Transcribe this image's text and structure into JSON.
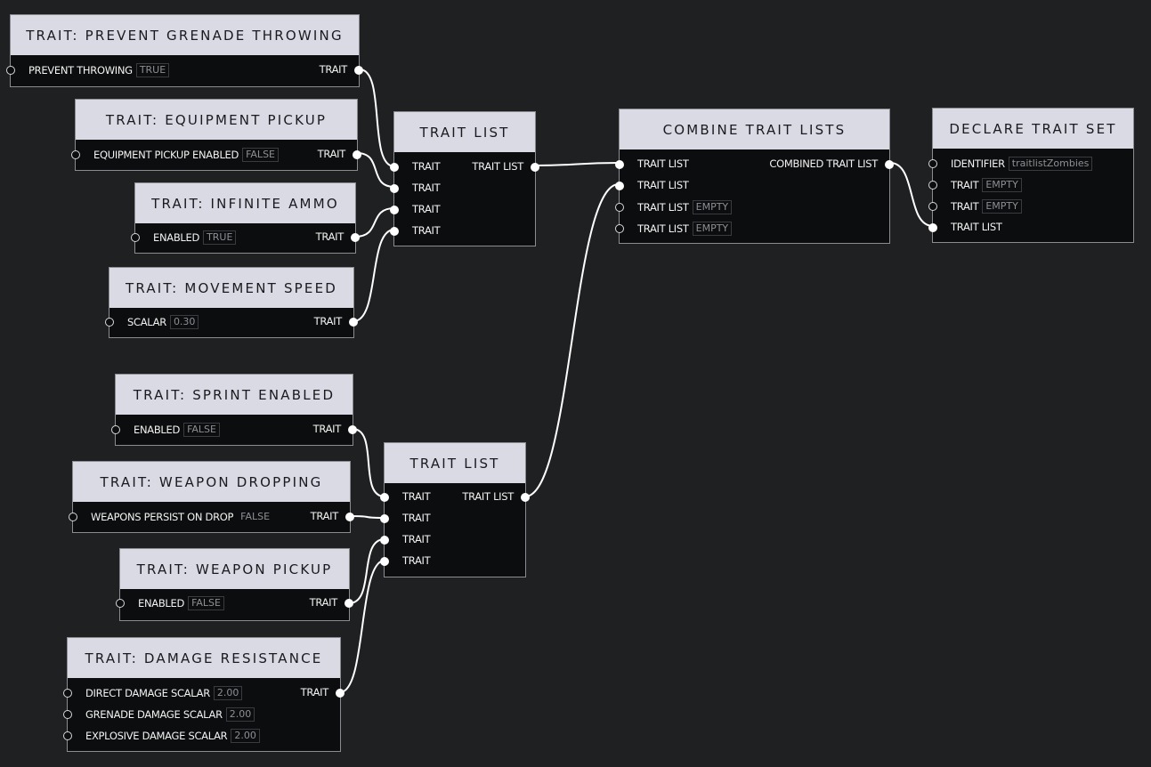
{
  "canvas": {
    "wire_color": "#ffffff",
    "background": "#1f2022"
  },
  "nodes": {
    "prevent_grenade": {
      "title": "TRAIT: PREVENT GRENADE THROWING",
      "input_label": "PREVENT THROWING",
      "input_value": "TRUE",
      "output_label": "TRAIT"
    },
    "equipment_pickup": {
      "title": "TRAIT: EQUIPMENT PICKUP",
      "input_label": "EQUIPMENT PICKUP ENABLED",
      "input_value": "FALSE",
      "output_label": "TRAIT"
    },
    "infinite_ammo": {
      "title": "TRAIT: INFINITE AMMO",
      "input_label": "ENABLED",
      "input_value": "TRUE",
      "output_label": "TRAIT"
    },
    "movement_speed": {
      "title": "TRAIT: MOVEMENT SPEED",
      "input_label": "SCALAR",
      "input_value": "0.30",
      "output_label": "TRAIT"
    },
    "sprint_enabled": {
      "title": "TRAIT: SPRINT ENABLED",
      "input_label": "ENABLED",
      "input_value": "FALSE",
      "output_label": "TRAIT"
    },
    "weapon_dropping": {
      "title": "TRAIT: WEAPON DROPPING",
      "input_label": "WEAPONS PERSIST ON DROP",
      "input_value": "FALSE",
      "output_label": "TRAIT"
    },
    "weapon_pickup": {
      "title": "TRAIT: WEAPON PICKUP",
      "input_label": "ENABLED",
      "input_value": "FALSE",
      "output_label": "TRAIT"
    },
    "damage_resistance": {
      "title": "TRAIT: DAMAGE RESISTANCE",
      "inputs": [
        {
          "label": "DIRECT DAMAGE SCALAR",
          "value": "2.00"
        },
        {
          "label": "GRENADE DAMAGE SCALAR",
          "value": "2.00"
        },
        {
          "label": "EXPLOSIVE DAMAGE SCALAR",
          "value": "2.00"
        }
      ],
      "output_label": "TRAIT"
    },
    "trait_list_1": {
      "title": "TRAIT LIST",
      "inputs": [
        "TRAIT",
        "TRAIT",
        "TRAIT",
        "TRAIT"
      ],
      "output_label": "TRAIT LIST"
    },
    "trait_list_2": {
      "title": "TRAIT LIST",
      "inputs": [
        "TRAIT",
        "TRAIT",
        "TRAIT",
        "TRAIT"
      ],
      "output_label": "TRAIT LIST"
    },
    "combine_trait_lists": {
      "title": "COMBINE TRAIT LISTS",
      "inputs": [
        {
          "label": "TRAIT LIST",
          "value": ""
        },
        {
          "label": "TRAIT LIST",
          "value": ""
        },
        {
          "label": "TRAIT LIST",
          "value": "EMPTY"
        },
        {
          "label": "TRAIT LIST",
          "value": "EMPTY"
        }
      ],
      "output_label": "COMBINED TRAIT LIST"
    },
    "declare_trait_set": {
      "title": "DECLARE TRAIT SET",
      "inputs": [
        {
          "label": "IDENTIFIER",
          "value": "traitlistZombies"
        },
        {
          "label": "TRAIT",
          "value": "EMPTY"
        },
        {
          "label": "TRAIT",
          "value": "EMPTY"
        },
        {
          "label": "TRAIT LIST",
          "value": ""
        }
      ]
    }
  }
}
